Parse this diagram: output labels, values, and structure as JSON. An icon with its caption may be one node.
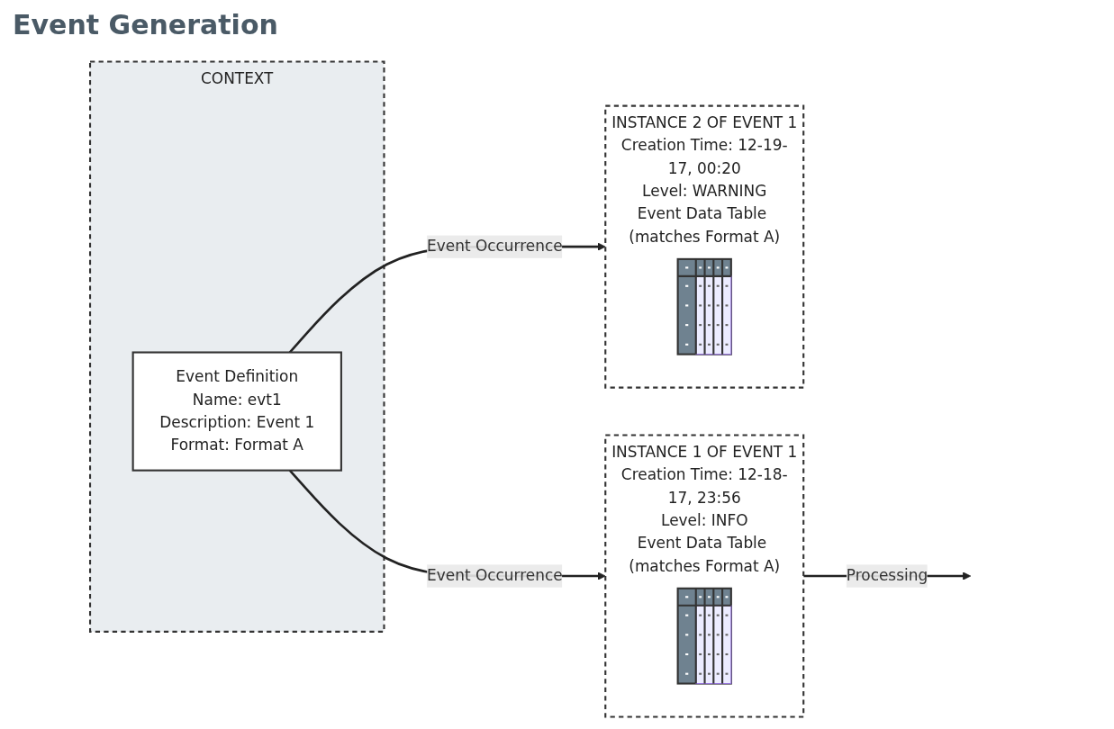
{
  "diagram": {
    "title": "Event Generation",
    "nodes": [
      {
        "text": [
          "CONTEXT"
        ]
      },
      {
        "text": [
          "Event Definition",
          "Name: evt1",
          "Description: Event 1",
          "Format: Format A"
        ],
        "in": 0
      },
      {
        "text": [
          "INSTANCE 1 OF EVENT 1",
          "Creation Time: 12-18-17, 23:56",
          "Level: INFO",
          "Event Data Table (matches Format A)"
        ]
      },
      {
        "text": [],
        "shape": "picture",
        "in": 2
      },
      {
        "text": [
          "INSTANCE 2 OF EVENT 1",
          "Creation Time: 12-19-17, 00:20",
          "Level: WARNING",
          "Event Data Table (matches Format A)"
        ]
      },
      {
        "text": [],
        "shape": "picture",
        "in": 4
      }
    ],
    "edges": [
      {
        "from": 1,
        "to": 2,
        "arrow": "to",
        "label": "Event Occurrence"
      },
      {
        "from": 1,
        "to": 4,
        "arrow": "to",
        "label": "Event Occurrence"
      },
      {
        "from": 2,
        "to": null,
        "arrow": "to",
        "label": "Processing"
      }
    ]
  }
}
